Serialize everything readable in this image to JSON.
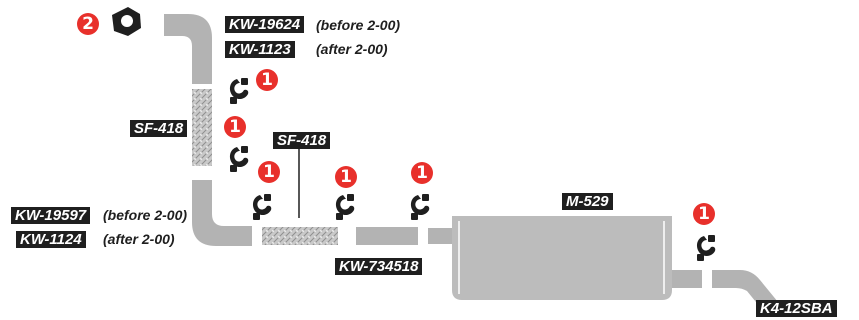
{
  "parts": {
    "kw_19624": "KW-19624",
    "kw_19624_note": "(before 2-00)",
    "kw_1123": "KW-1123",
    "kw_1123_note": "(after 2-00)",
    "sf_418_vertical": "SF-418",
    "sf_418_horizontal": "SF-418",
    "kw_19597": "KW-19597",
    "kw_19597_note": "(before 2-00)",
    "kw_1124": "KW-1124",
    "kw_1124_note": "(after 2-00)",
    "kw_734518": "KW-734518",
    "m_529": "M-529",
    "k4_12sba": "K4-12SBA"
  },
  "callouts": {
    "clamp_number": "1",
    "gasket_number": "2"
  },
  "colors": {
    "pipe": "#b3b3b3",
    "muffler": "#bcbcbc",
    "label_bg": "#1f1f1f",
    "badge": "#e8302b"
  },
  "icons": {
    "clamp": "clamp-icon",
    "gasket": "gasket-icon",
    "flex_section": "flex-pipe-pattern"
  }
}
